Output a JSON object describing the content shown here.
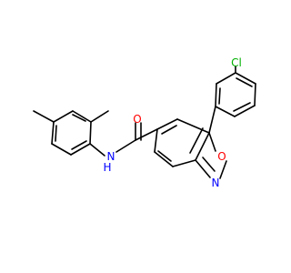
{
  "molecule": {
    "atoms": {
      "cl": {
        "label": "Cl",
        "color": "#00b000"
      },
      "o_carbonyl": {
        "label": "O",
        "color": "#ff0000"
      },
      "nh": {
        "label": "N",
        "h_label": "H",
        "color": "#0000ff"
      },
      "o_ring": {
        "label": "O",
        "color": "#ff0000"
      },
      "n_ring": {
        "label": "N",
        "color": "#0000ff"
      }
    }
  }
}
